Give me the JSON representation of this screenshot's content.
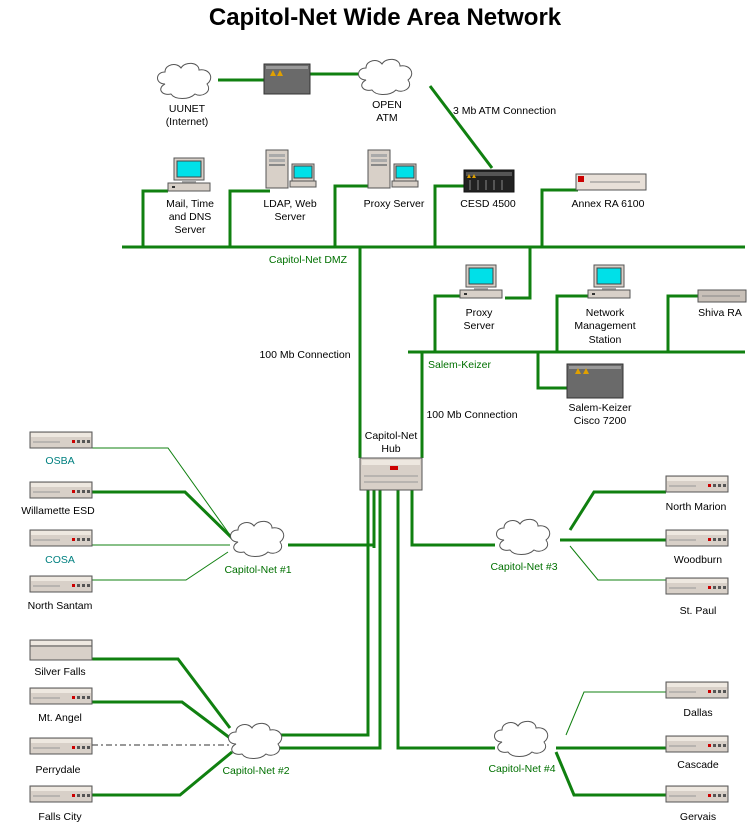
{
  "title": "Capitol-Net Wide Area Network",
  "colors": {
    "link": "#108010",
    "thin_link": "#108010",
    "label_green": "#007000",
    "label_teal": "#008080",
    "screen": "#00e0e8"
  },
  "top": {
    "uunet": [
      "UUNET",
      "(Internet)"
    ],
    "open_atm": [
      "OPEN",
      "ATM"
    ],
    "atm_link": "3 Mb ATM Connection"
  },
  "dmz": {
    "mail": [
      "Mail, Time",
      "and DNS",
      "Server"
    ],
    "ldap": [
      "LDAP, Web",
      "Server"
    ],
    "proxy": "Proxy Server",
    "cesd": "CESD 4500",
    "annex": "Annex RA 6100",
    "label": "Capitol-Net DMZ"
  },
  "salem": {
    "proxy": [
      "Proxy",
      "Server"
    ],
    "nms": [
      "Network",
      "Management",
      "Station"
    ],
    "shiva": "Shiva RA",
    "label": "Salem-Keizer",
    "cisco": [
      "Salem-Keizer",
      "Cisco 7200"
    ]
  },
  "links": {
    "hub_dmz": "100 Mb Connection",
    "hub_salem": "100 Mb Connection"
  },
  "hub": [
    "Capitol-Net",
    "Hub"
  ],
  "clouds": {
    "c1": "Capitol-Net #1",
    "c2": "Capitol-Net #2",
    "c3": "Capitol-Net #3",
    "c4": "Capitol-Net #4"
  },
  "sites": {
    "osba": "OSBA",
    "willamette": "Willamette ESD",
    "cosa": "COSA",
    "north_santam": "North Santam",
    "silver_falls": "Silver Falls",
    "mt_angel": "Mt. Angel",
    "perrydale": "Perrydale",
    "falls_city": "Falls City",
    "north_marion": "North Marion",
    "woodburn": "Woodburn",
    "st_paul": "St. Paul",
    "dallas": "Dallas",
    "cascade": "Cascade",
    "gervais": "Gervais"
  }
}
